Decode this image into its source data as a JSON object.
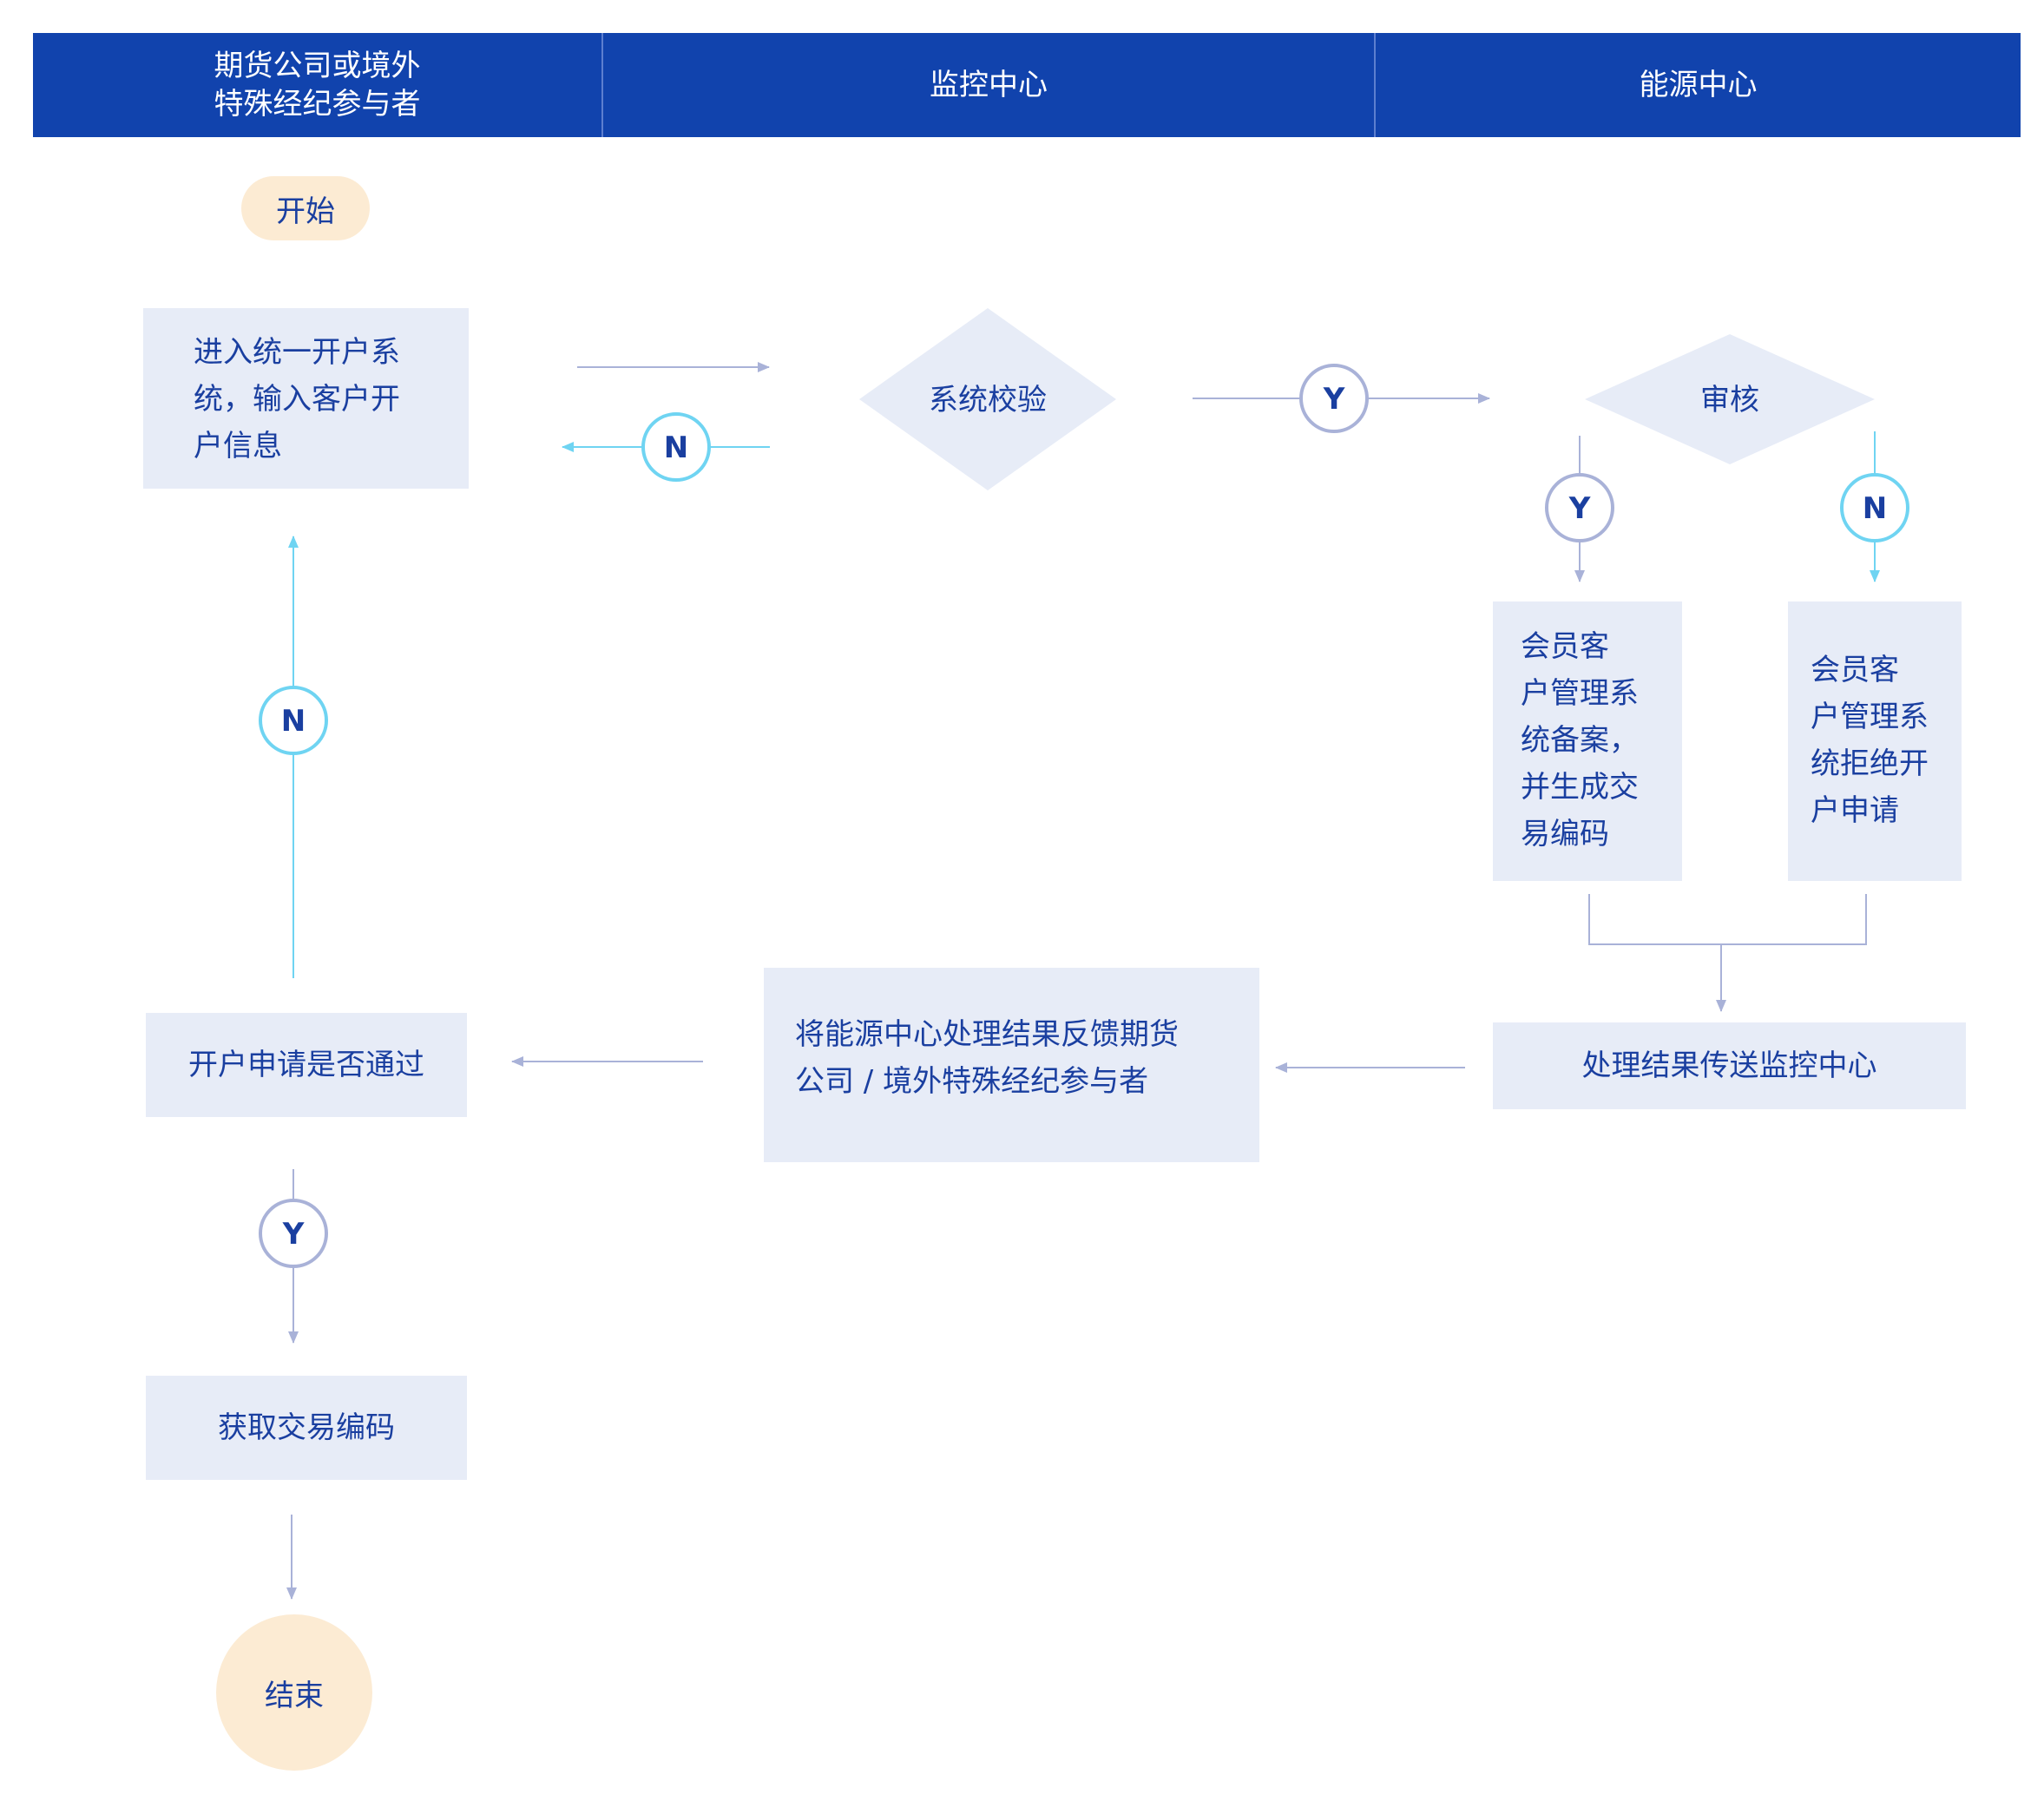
{
  "lanes": {
    "lane1": "期货公司或境外\n特殊经纪参与者",
    "lane2": "监控中心",
    "lane3": "能源中心"
  },
  "nodes": {
    "start": "开始",
    "enter_system": "进入统一开户系\n统，输入客户开\n户信息",
    "system_check": "系统校验",
    "review": "审核",
    "record": "  会员客\n户管理系\n统备案，\n并生成交\n易编码",
    "reject": "  会员客\n户管理系\n统拒绝开\n户申请",
    "send_result": "处理结果传送监控中心",
    "feedback": "  将能源中心处理结果反馈期货\n公司 / 境外特殊经纪参与者",
    "approved_q": "开户申请是否通过",
    "get_code": "获取交易编码",
    "end": "结束"
  },
  "badges": {
    "yes": "Y",
    "no": "N"
  },
  "colors": {
    "header_bg": "#1143ad",
    "box_bg": "#e7ecf7",
    "terminal_bg": "#fcebd3",
    "text": "#1a3fa0",
    "yes_line": "#a9b2d8",
    "no_line": "#6fd4f2"
  }
}
